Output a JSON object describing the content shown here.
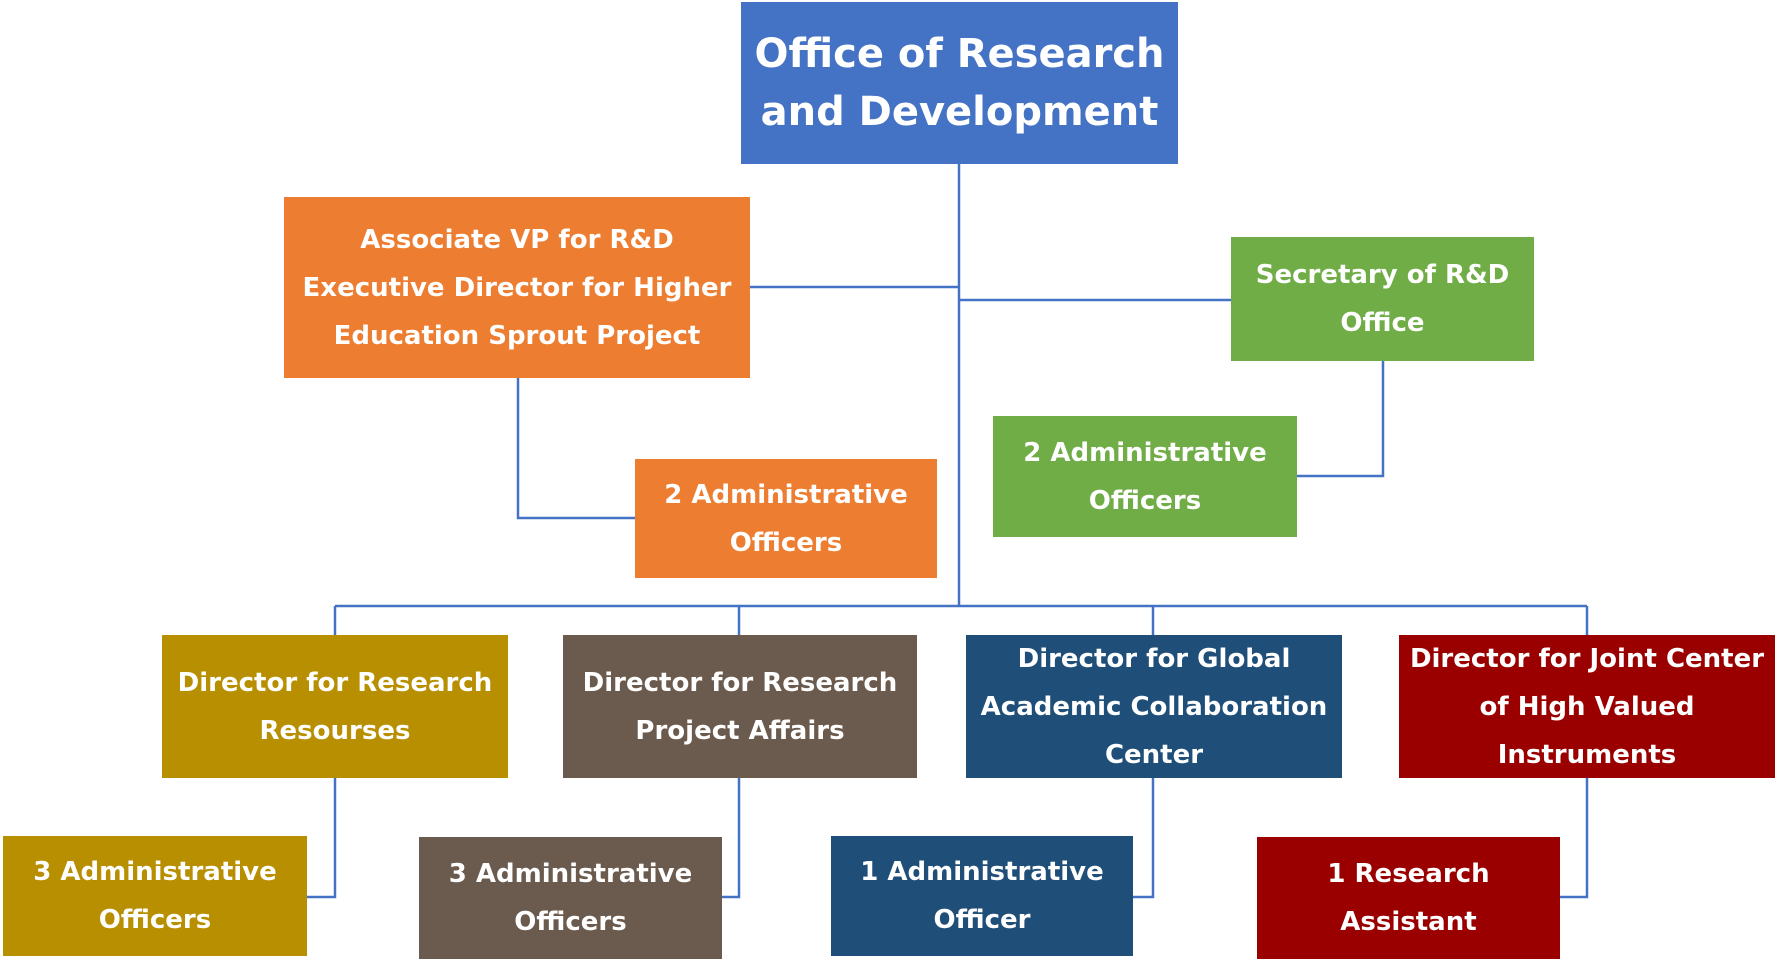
{
  "colors": {
    "blue": "#4472C4",
    "orange": "#ED7D31",
    "green": "#70AD47",
    "gold": "#B78F00",
    "brown": "#6B5B4E",
    "navy": "#1F4E79",
    "red": "#9A0000",
    "line": "#4472C4"
  },
  "top": {
    "lines": [
      "Office of Research",
      "and Development"
    ]
  },
  "associate_vp": {
    "lines": [
      "Associate VP for R&D",
      "Executive Director for Higher",
      "Education Sprout Project"
    ]
  },
  "associate_vp_staff": {
    "lines": [
      "2 Administrative",
      "Officers"
    ]
  },
  "secretary": {
    "lines": [
      "Secretary of R&D",
      "Office"
    ]
  },
  "secretary_staff": {
    "lines": [
      "2 Administrative",
      "Officers"
    ]
  },
  "directors": [
    {
      "lines": [
        "Director for Research",
        "Resourses"
      ],
      "staff": [
        "3 Administrative",
        "Officers"
      ]
    },
    {
      "lines": [
        "Director for Research",
        "Project Affairs"
      ],
      "staff": [
        "3 Administrative",
        "Officers"
      ]
    },
    {
      "lines": [
        "Director for Global",
        "Academic Collaboration",
        "Center"
      ],
      "staff": [
        "1 Administrative",
        "Officer"
      ]
    },
    {
      "lines": [
        "Director for Joint Center",
        "of High Valued",
        "Instruments"
      ],
      "staff": [
        "1 Research",
        "Assistant"
      ]
    }
  ]
}
